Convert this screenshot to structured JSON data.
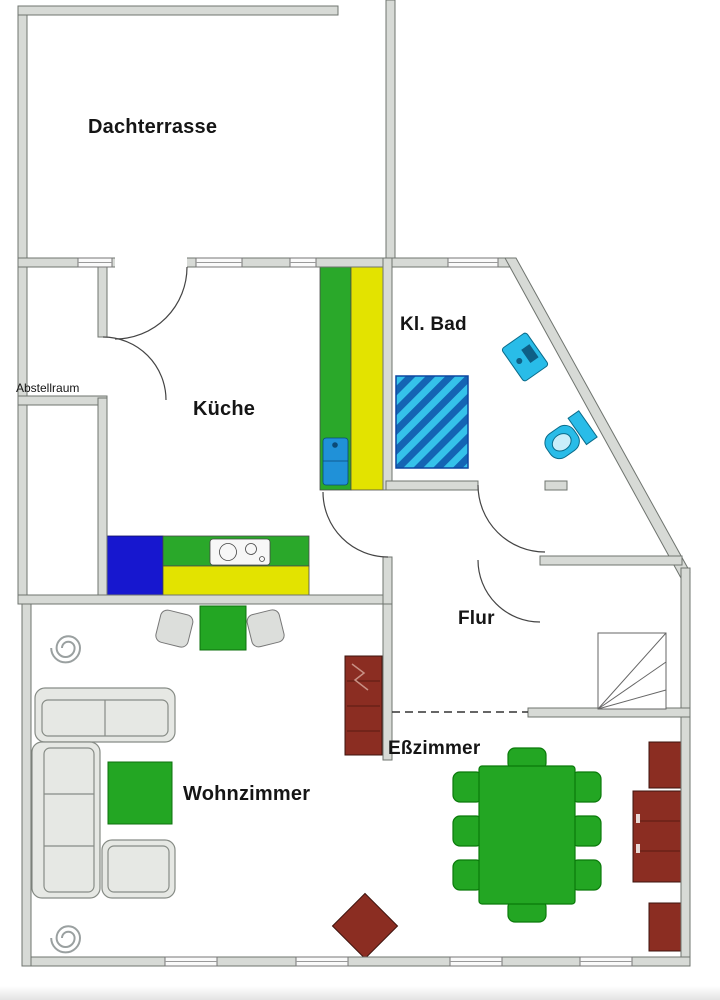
{
  "rooms": {
    "dachterrasse": {
      "label": "Dachterrasse"
    },
    "abstellraum": {
      "label": "Abstellraum"
    },
    "kueche": {
      "label": "Küche"
    },
    "klbad": {
      "label": "Kl. Bad"
    },
    "flur": {
      "label": "Flur"
    },
    "wohnzimmer": {
      "label": "Wohnzimmer"
    },
    "esszimmer": {
      "label": "Eßzimmer"
    }
  },
  "colors": {
    "wall_fill": "#d7dad6",
    "wall_stroke": "#6f746f",
    "counter_green": "#2aa82a",
    "counter_yellow": "#e3e300",
    "appliance_blue": "#1717cf",
    "sink_blue": "#2091d8",
    "fixture_cyan": "#29bce8",
    "shower_dark_blue": "#1464b4",
    "shower_light_blue": "#35c2ea",
    "sofa_gray": "#e6e8e4",
    "table_green": "#23a623",
    "furniture_maroon": "#8b2d22"
  }
}
